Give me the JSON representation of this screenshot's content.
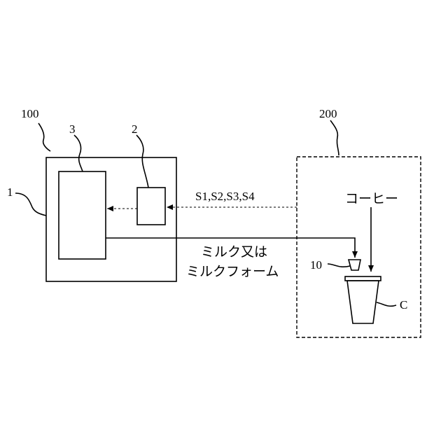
{
  "labels": {
    "ref_100": "100",
    "ref_200": "200",
    "ref_1": "1",
    "ref_2": "2",
    "ref_3": "3",
    "ref_10": "10",
    "ref_c": "C",
    "signals": "S1,S2,S3,S4",
    "coffee": "コーヒー",
    "milk_line1": "ミルク又は",
    "milk_line2": "ミルクフォーム"
  }
}
